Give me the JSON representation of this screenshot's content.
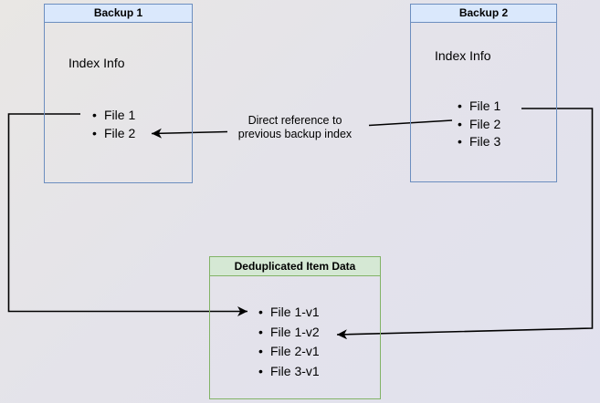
{
  "diagram": {
    "backup1": {
      "title": "Backup 1",
      "section": "Index Info",
      "items": [
        "File 1",
        "File 2"
      ]
    },
    "backup2": {
      "title": "Backup 2",
      "section": "Index Info",
      "items": [
        "File 1",
        "File 2",
        "File 3"
      ]
    },
    "dedup": {
      "title": "Deduplicated Item Data",
      "items": [
        "File 1-v1",
        "File 1-v2",
        "File 2-v1",
        "File 3-v1"
      ]
    },
    "annotation": {
      "line1": "Direct reference to",
      "line2": "previous backup index"
    }
  },
  "colors": {
    "blue-fill": "#dae8fc",
    "blue-border": "#6c8ebf",
    "green-fill": "#d5e8d4",
    "green-border": "#82b366",
    "connector": "#000000",
    "bg-start": "#e9e7e4",
    "bg-end": "#e1e1ee"
  }
}
